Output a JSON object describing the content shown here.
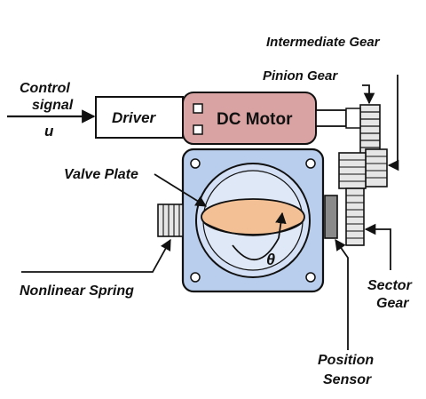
{
  "labels": {
    "control_signal_line1": "Control",
    "control_signal_line2": "signal",
    "control_symbol": "u",
    "driver": "Driver",
    "dc_motor": "DC Motor",
    "intermediate_gear": "Intermediate Gear",
    "pinion_gear": "Pinion Gear",
    "valve_plate": "Valve Plate",
    "angle_symbol": "θ",
    "nonlinear_spring": "Nonlinear Spring",
    "sector_gear_line1": "Sector",
    "sector_gear_line2": "Gear",
    "position_sensor_line1": "Position",
    "position_sensor_line2": "Sensor"
  },
  "colors": {
    "motor_fill": "#d9a3a3",
    "body_fill": "#b9cdec",
    "valve_fill": "#f2c094",
    "gear_fill": "#e6e6e6",
    "sensor_fill": "#8a8a8a",
    "stroke": "#111111"
  }
}
